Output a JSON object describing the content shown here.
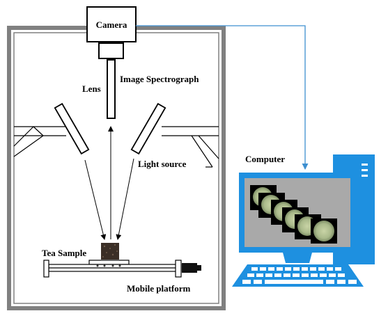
{
  "labels": {
    "camera": "Camera",
    "lens": "Lens",
    "spectrograph": "Image Spectrograph",
    "light_source": "Light source",
    "computer": "Computer",
    "tea_sample": "Tea Sample",
    "mobile_platform": "Mobile platform"
  },
  "colors": {
    "enclosure": "#808080",
    "connector": "#3d8fd0",
    "computer_blue": "#1e90e0",
    "screen": "#a9a9a9"
  },
  "screen_image_count": 6
}
